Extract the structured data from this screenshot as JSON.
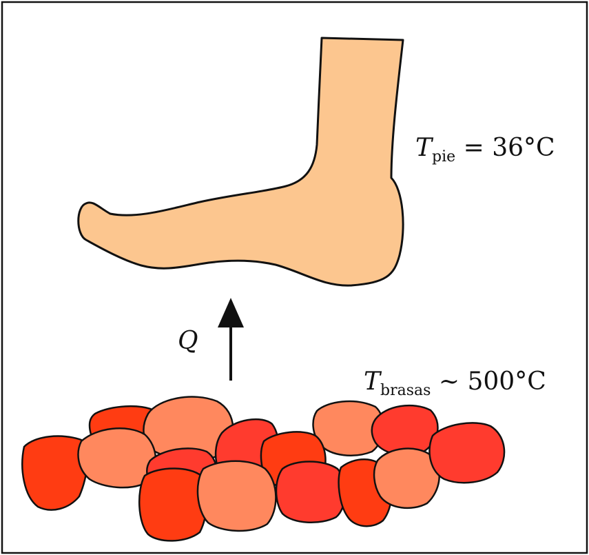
{
  "labels": {
    "t_pie_symbol": "T",
    "t_pie_subscript": "pie",
    "t_pie_rest": " = 36°C",
    "heat_symbol": "Q",
    "t_brasas_symbol": "T",
    "t_brasas_subscript": "brasas",
    "t_brasas_rest": " ∼ 500°C"
  },
  "colors": {
    "border": "#111111",
    "foot_fill": "#fcc68f",
    "outline": "#111111",
    "ember_dark_red": "#ff3c12",
    "ember_red": "#ff3b2e",
    "ember_orange": "#ff885e",
    "arrow": "#111111"
  },
  "icons": {
    "foot": "foot-icon",
    "heat_arrow": "up-arrow-icon",
    "embers": "ember-stones"
  }
}
